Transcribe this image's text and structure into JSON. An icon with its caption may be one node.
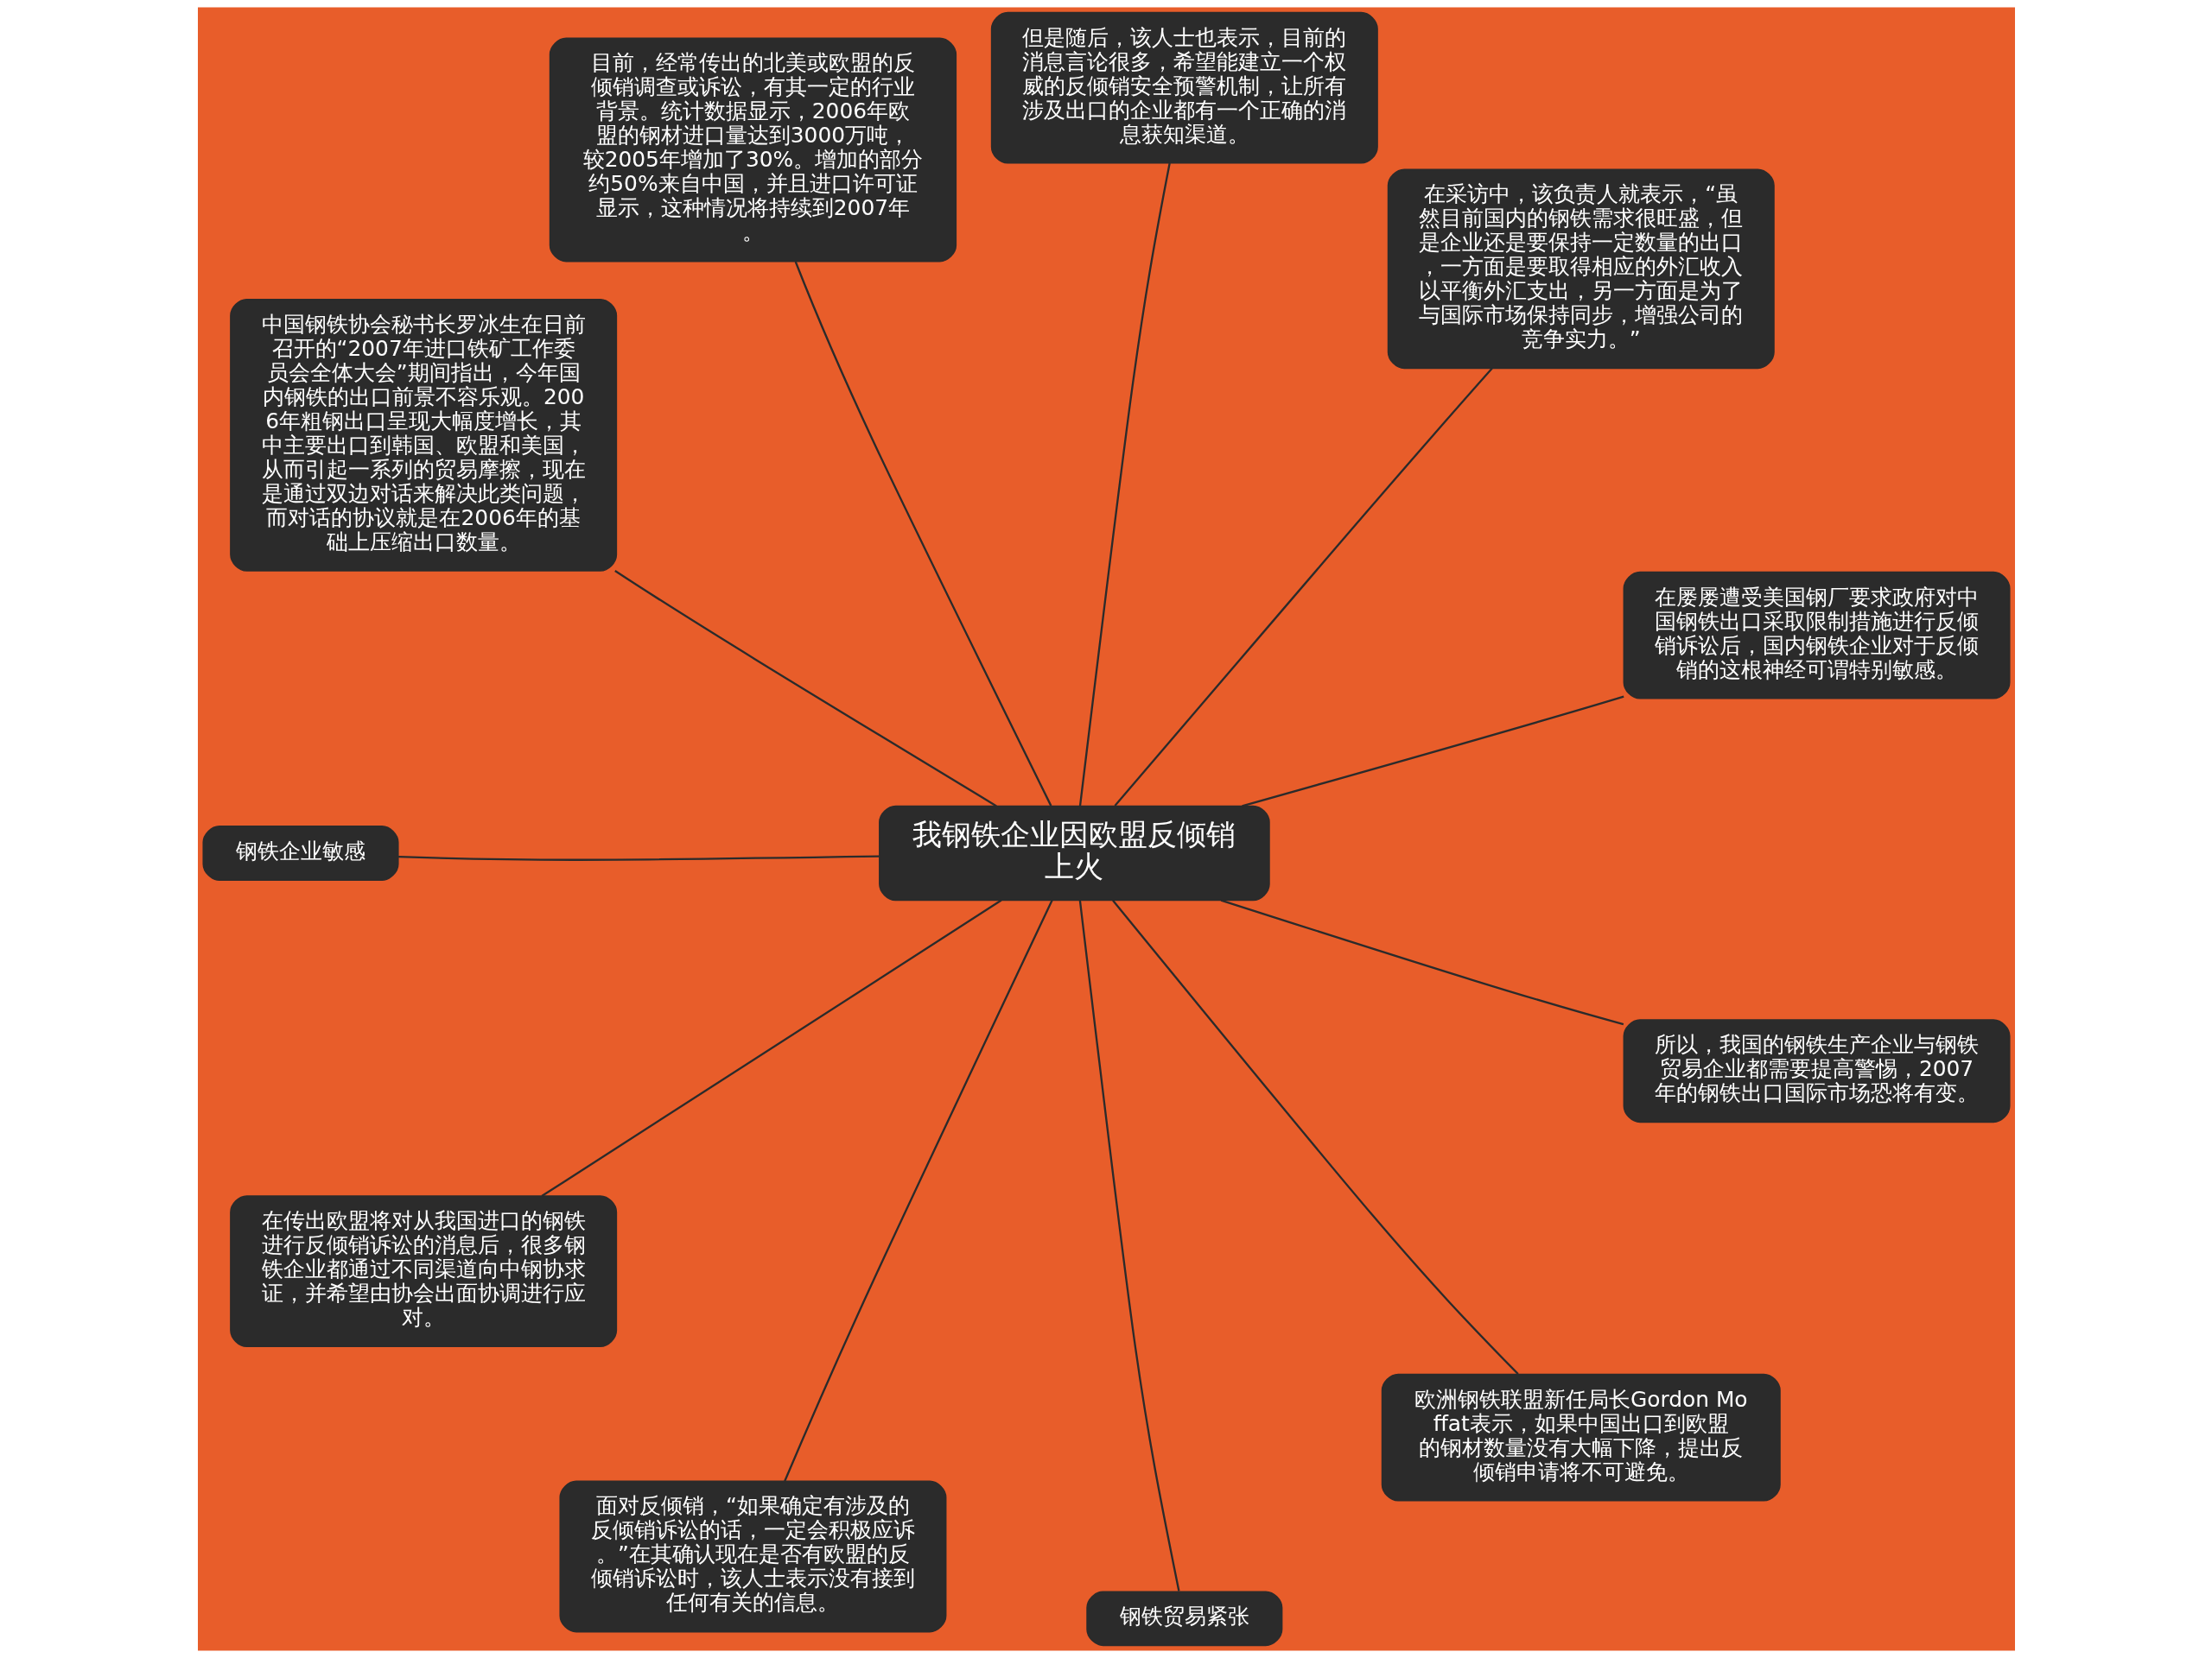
{
  "diagram": {
    "nodes": [
      {
        "text": [
          "我钢铁企业因欧盟反倾销上火"
        ]
      },
      {
        "text": [
          "在屡屡遭受美国钢厂要求政府对中国钢铁出口采取限制措施进行反倾销诉讼后，国内钢铁企业对于反倾销的这根神经可谓特别敏感。"
        ]
      },
      {
        "text": [
          "在采访中，该负责人就表示，“虽然目前国内的钢铁需求很旺盛，但是企业还是要保持一定数量的出口，一方面是要取得相应的外汇收入以平衡外汇支出，另一方面是为了与国际市场保持同步，增强公司的竞争实力。”"
        ]
      },
      {
        "text": [
          "但是随后，该人士也表示，目前的消息言论很多，希望能建立一个权威的反倾销安全预警机制，让所有涉及出口的企业都有一个正确的消息获知渠道。"
        ]
      },
      {
        "text": [
          "目前，经常传出的北美或欧盟的反倾销调查或诉讼，有其一定的行业背景。统计数据显示，2006年欧盟的钢材进口量达到3000万吨，较2005年增加了30%。增加的部分约50%来自中国，并且进口许可证显示，这种情况将持续到2007年。"
        ]
      },
      {
        "text": [
          "中国钢铁协会秘书长罗冰生在日前召开的“2007年进口铁矿工作委员会全体大会”期间指出，今年国内钢铁的出口前景不容乐观。2006年粗钢出口呈现大幅度增长，其中主要出口到韩国、欧盟和美国，从而引起一系列的贸易摩擦，现在是通过双边对话来解决此类问题，而对话的协议就是在2006年的基础上压缩出口数量。"
        ]
      },
      {
        "text": [
          "钢铁企业敏感"
        ]
      },
      {
        "text": [
          "在传出欧盟将对从我国进口的钢铁进行反倾销诉讼的消息后，很多钢铁企业都通过不同渠道向中钢协求证，并希望由协会出面协调进行应对。"
        ]
      },
      {
        "text": [
          "面对反倾销，“如果确定有涉及的反倾销诉讼的话，一定会积极应诉。”在其确认现在是否有欧盟的反倾销诉讼时，该人士表示没有接到任何有关的信息。"
        ]
      },
      {
        "text": [
          "钢铁贸易紧张"
        ]
      },
      {
        "text": [
          "欧洲钢铁联盟新任局长Gordon Moffat表示，如果中国出口到欧盟的钢材数量没有大幅下降，提出反倾销申请将不可避免。"
        ]
      },
      {
        "text": [
          "所以，我国的钢铁生产企业与钢铁贸易企业都需要提高警惕，2007年的钢铁出口国际市场恐将有变。"
        ]
      }
    ],
    "edges": [
      {
        "from": 0,
        "to": 1,
        "arrow": "none"
      },
      {
        "from": 0,
        "to": 2,
        "arrow": "none"
      },
      {
        "from": 0,
        "to": 3,
        "arrow": "none"
      },
      {
        "from": 0,
        "to": 4,
        "arrow": "none"
      },
      {
        "from": 0,
        "to": 5,
        "arrow": "none"
      },
      {
        "from": 0,
        "to": 6,
        "arrow": "none"
      },
      {
        "from": 0,
        "to": 7,
        "arrow": "none"
      },
      {
        "from": 0,
        "to": 8,
        "arrow": "none"
      },
      {
        "from": 0,
        "to": 9,
        "arrow": "none"
      },
      {
        "from": 0,
        "to": 10,
        "arrow": "none"
      },
      {
        "from": 0,
        "to": 11,
        "arrow": "none"
      }
    ]
  }
}
